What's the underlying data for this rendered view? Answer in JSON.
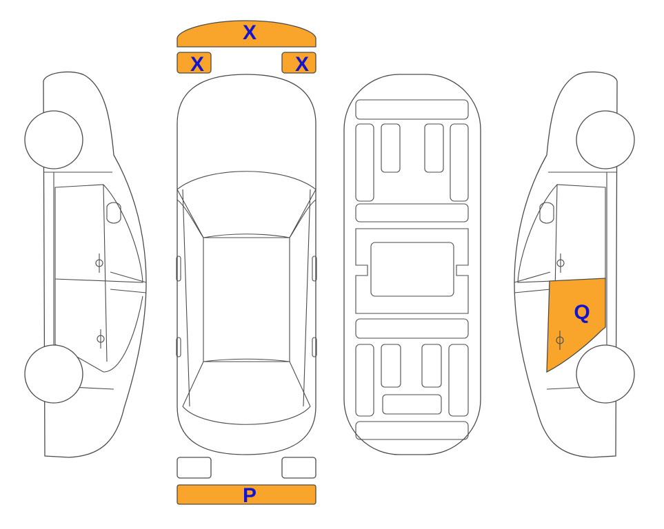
{
  "colors": {
    "damaged_fill": "#F9A52B",
    "label": "#1414CC",
    "outline": "#4a4a4a"
  },
  "parts": {
    "front_bumper": {
      "label": "X",
      "damaged": true
    },
    "front_left_lamp": {
      "label": "X",
      "damaged": true
    },
    "front_right_lamp": {
      "label": "X",
      "damaged": true
    },
    "rear_bumper": {
      "label": "P",
      "damaged": true
    },
    "right_rear_door": {
      "label": "Q",
      "damaged": true
    },
    "rear_left_lamp": {
      "damaged": false
    },
    "rear_right_lamp": {
      "damaged": false
    }
  }
}
